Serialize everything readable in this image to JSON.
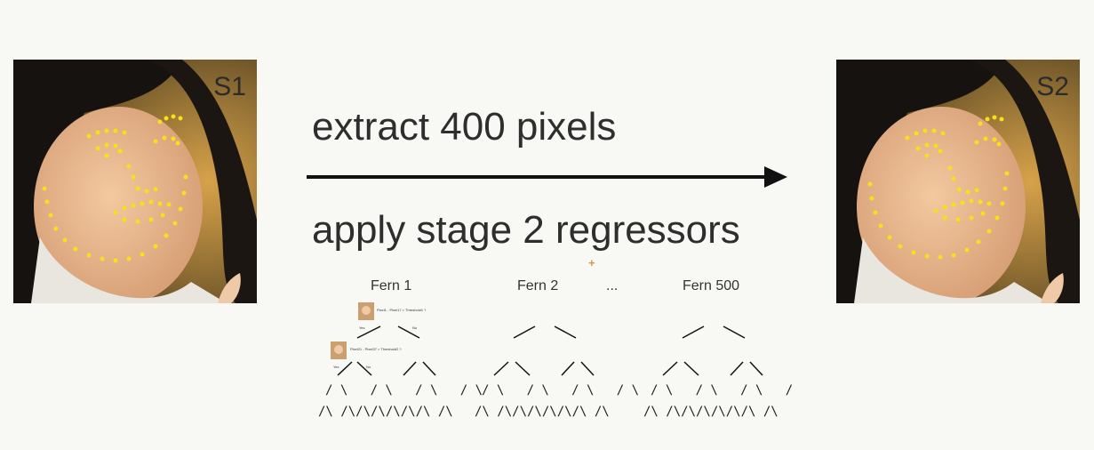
{
  "stages": {
    "left": "S1",
    "right": "S2"
  },
  "caption_top": "extract 400 pixels",
  "caption_bottom": "apply stage 2 regressors",
  "ferns": {
    "fern1": "Fern 1",
    "fern2": "Fern 2",
    "ellipsis": "...",
    "fern500": "Fern 500"
  },
  "node_text": {
    "root_test": "Pixel1 - Pixel17 > Threshold1 ?",
    "child_test": "Pixel21 - Pixel37 > Threshold2 ?",
    "yes": "Yes",
    "no": "No"
  },
  "tree_rows": {
    "level3": "/ \\   / \\   / \\   / \\",
    "level4": "/\\ /\\/\\/\\/\\/\\/\\ /\\"
  },
  "colors": {
    "landmark": "#f5e01a",
    "arrow": "#111111",
    "text": "#2e2e2e"
  }
}
